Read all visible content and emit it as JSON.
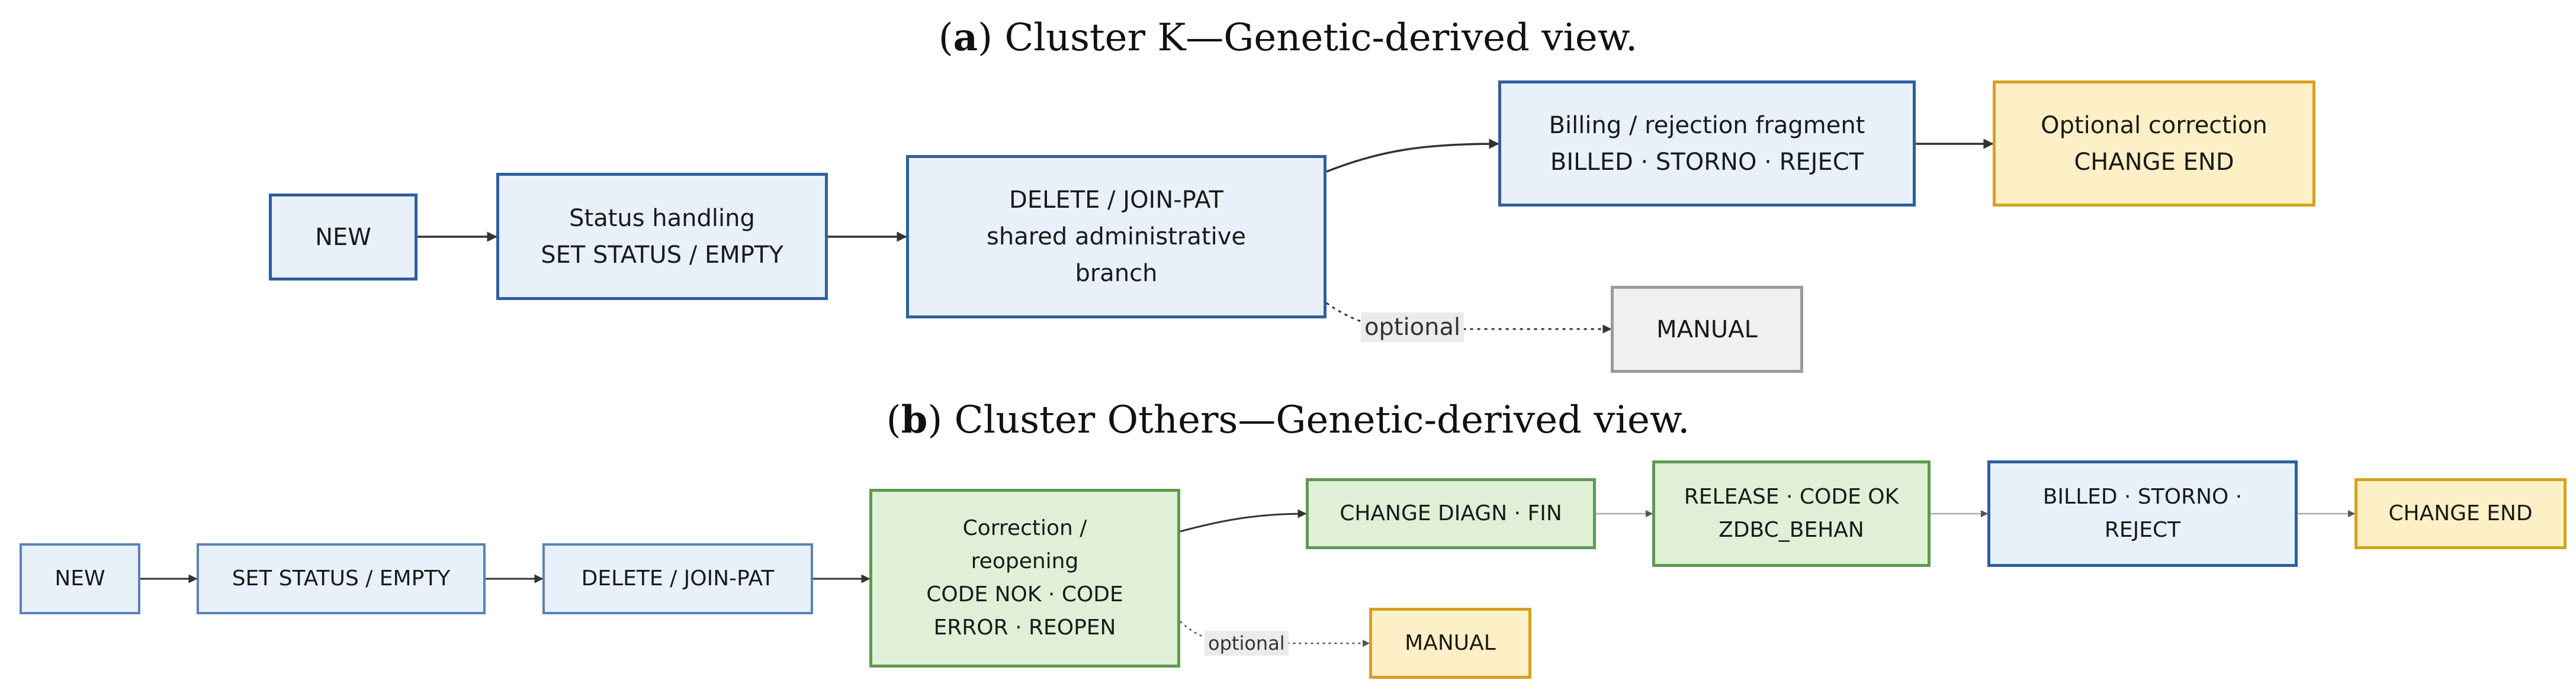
{
  "panel_a": {
    "caption_letter": "a",
    "caption_text": "Cluster K—Genetic-derived view.",
    "nodes": {
      "new": [
        "NEW"
      ],
      "status": [
        "Status handling",
        "SET STATUS / EMPTY"
      ],
      "delete": [
        "DELETE / JOIN-PAT",
        "shared administrative",
        "branch"
      ],
      "billing": [
        "Billing / rejection fragment",
        "BILLED · STORNO · REJECT"
      ],
      "correction": [
        "Optional correction",
        "CHANGE END"
      ],
      "manual": [
        "MANUAL"
      ]
    },
    "optional_label": "optional"
  },
  "panel_b": {
    "caption_letter": "b",
    "caption_text": "Cluster Others—Genetic-derived view.",
    "nodes": {
      "new": [
        "NEW"
      ],
      "set_status": [
        "SET STATUS / EMPTY"
      ],
      "delete": [
        "DELETE / JOIN-PAT"
      ],
      "correction": [
        "Correction /",
        "reopening",
        "CODE NOK · CODE",
        "ERROR · REOPEN"
      ],
      "change_diagn": [
        "CHANGE DIAGN · FIN"
      ],
      "release": [
        "RELEASE · CODE OK",
        "ZDBC_BEHAN"
      ],
      "billed": [
        "BILLED · STORNO ·",
        "REJECT"
      ],
      "change_end": [
        "CHANGE END"
      ],
      "manual": [
        "MANUAL"
      ]
    },
    "optional_label": "optional"
  },
  "colors": {
    "blue_fill": "#e8f0fa",
    "blue_border": "#2f5f9d",
    "yellow_fill": "#fdefc6",
    "yellow_border": "#d4a21c",
    "green_fill": "#dff0d6",
    "green_border": "#5f9a4f",
    "gray_fill": "#f0f0f0",
    "gray_border": "#9a9a9a",
    "edge_dark": "#333333",
    "edge_light": "#aaaaaa"
  }
}
